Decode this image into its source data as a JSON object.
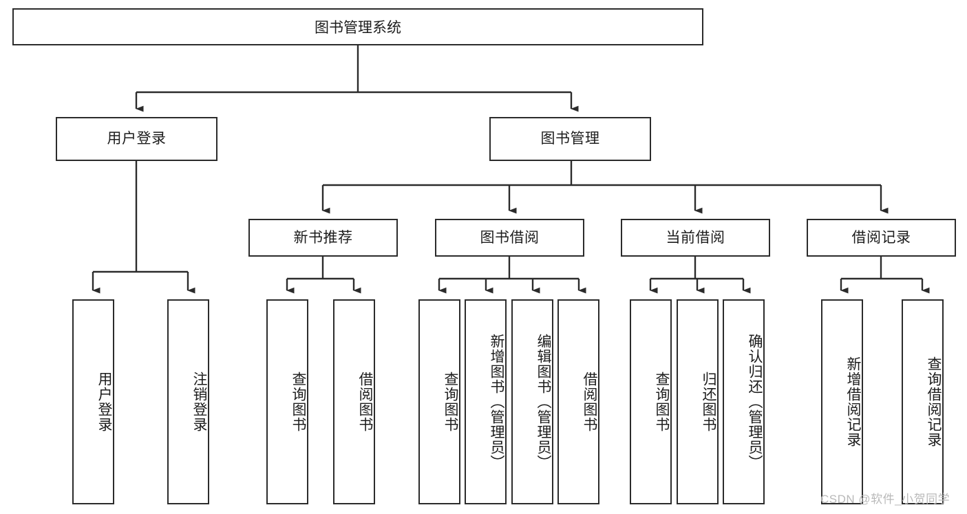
{
  "diagram": {
    "title": "图书管理系统",
    "type": "tree-hierarchy",
    "root": {
      "label": "图书管理系统"
    },
    "level2": [
      {
        "label": "用户登录"
      },
      {
        "label": "图书管理"
      }
    ],
    "level3": [
      {
        "label": "新书推荐"
      },
      {
        "label": "图书借阅"
      },
      {
        "label": "当前借阅"
      },
      {
        "label": "借阅记录"
      }
    ],
    "leaves": {
      "user_login": [
        {
          "label": "用户登录"
        },
        {
          "label": "注销登录"
        }
      ],
      "new_book_recommend": [
        {
          "label": "查询图书"
        },
        {
          "label": "借阅图书"
        }
      ],
      "book_borrow": [
        {
          "label": "查询图书"
        },
        {
          "label": "新增图书（管理员）"
        },
        {
          "label": "编辑图书（管理员）"
        },
        {
          "label": "借阅图书"
        }
      ],
      "current_borrow": [
        {
          "label": "查询图书"
        },
        {
          "label": "归还图书"
        },
        {
          "label": "确认归还（管理员）"
        }
      ],
      "borrow_record": [
        {
          "label": "新增借阅记录"
        },
        {
          "label": "查询借阅记录"
        }
      ]
    }
  },
  "watermark": {
    "text": "CSDN @软件_小贺同学"
  },
  "colors": {
    "stroke": "#2b2b2b",
    "background": "#ffffff",
    "text": "#1c1c1c",
    "watermark": "#b9b9b9"
  }
}
